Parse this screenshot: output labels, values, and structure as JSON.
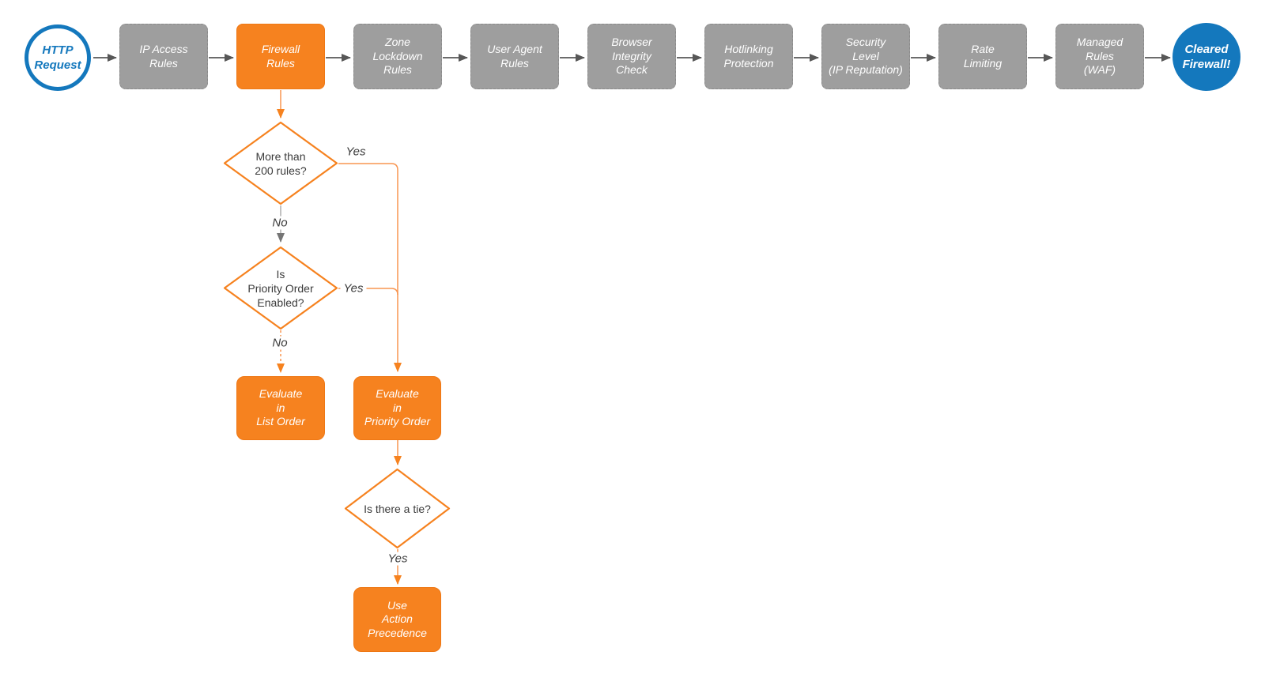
{
  "palette": {
    "orange_node": "#F6821F",
    "orange_line": "#F89550",
    "gray_node": "#9E9E9E",
    "blue": "#1478BD",
    "arrow_gray": "#575757",
    "text_dark": "#3B3B3B",
    "text_white": "#FFFFFF"
  },
  "pipeline": {
    "start": {
      "label": "HTTP\nRequest"
    },
    "stages": [
      {
        "label": "IP Access\nRules",
        "variant": "gray"
      },
      {
        "label": "Firewall\nRules",
        "variant": "orange"
      },
      {
        "label": "Zone\nLockdown\nRules",
        "variant": "gray"
      },
      {
        "label": "User Agent\nRules",
        "variant": "gray"
      },
      {
        "label": "Browser\nIntegrity\nCheck",
        "variant": "gray"
      },
      {
        "label": "Hotlinking\nProtection",
        "variant": "gray"
      },
      {
        "label": "Security\nLevel\n(IP Reputation)",
        "variant": "gray"
      },
      {
        "label": "Rate\nLimiting",
        "variant": "gray"
      },
      {
        "label": "Managed\nRules\n(WAF)",
        "variant": "gray"
      }
    ],
    "end": {
      "label": "Cleared\nFirewall!"
    }
  },
  "decisions": [
    {
      "label": "More than\n200 rules?"
    },
    {
      "label": "Is\nPriority Order\nEnabled?"
    },
    {
      "label": "Is there a tie?"
    }
  ],
  "actions": [
    {
      "label": "Evaluate\nin\nList Order"
    },
    {
      "label": "Evaluate\nin\nPriority Order"
    },
    {
      "label": "Use\nAction\nPrecedence"
    }
  ],
  "edges": {
    "yes1": "Yes",
    "no1": "No",
    "yes2": "Yes",
    "no2": "No",
    "yes3": "Yes"
  }
}
